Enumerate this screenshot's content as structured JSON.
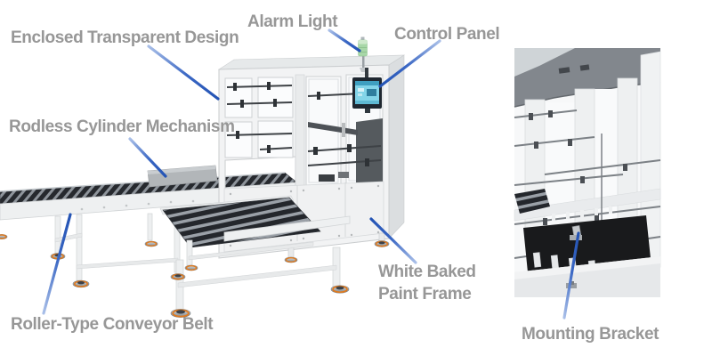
{
  "figure": {
    "type": "annotated-product-diagram",
    "main_photo_name": "strapping-machine-with-roller-conveyors",
    "detail_photo_name": "mounting-bracket-closeup"
  },
  "annotations": {
    "labels": [
      {
        "id": "enclosed-transparent-design",
        "text": "Enclosed Transparent Design"
      },
      {
        "id": "alarm-light",
        "text": "Alarm Light"
      },
      {
        "id": "control-panel",
        "text": "Control Panel"
      },
      {
        "id": "rodless-cylinder-mechanism",
        "text": "Rodless Cylinder Mechanism"
      },
      {
        "id": "roller-type-conveyor-belt",
        "text": "Roller-Type Conveyor Belt"
      },
      {
        "id": "white-baked-paint-frame",
        "text": "White Baked\nPaint Frame"
      },
      {
        "id": "mounting-bracket",
        "text": "Mounting Bracket"
      }
    ]
  },
  "colors": {
    "label_text": "#979797",
    "callout_line_dark": "#2353b4",
    "callout_line_mid": "#3a67c4",
    "callout_line_light": "#a9bfe8",
    "machine_white": "#f2f3f4",
    "alarm_light_green": "#a8d7a8",
    "screen_blue": "#83d4e8",
    "foot_accent_orange": "#e07a1e",
    "roller_dark": "#26292e"
  }
}
